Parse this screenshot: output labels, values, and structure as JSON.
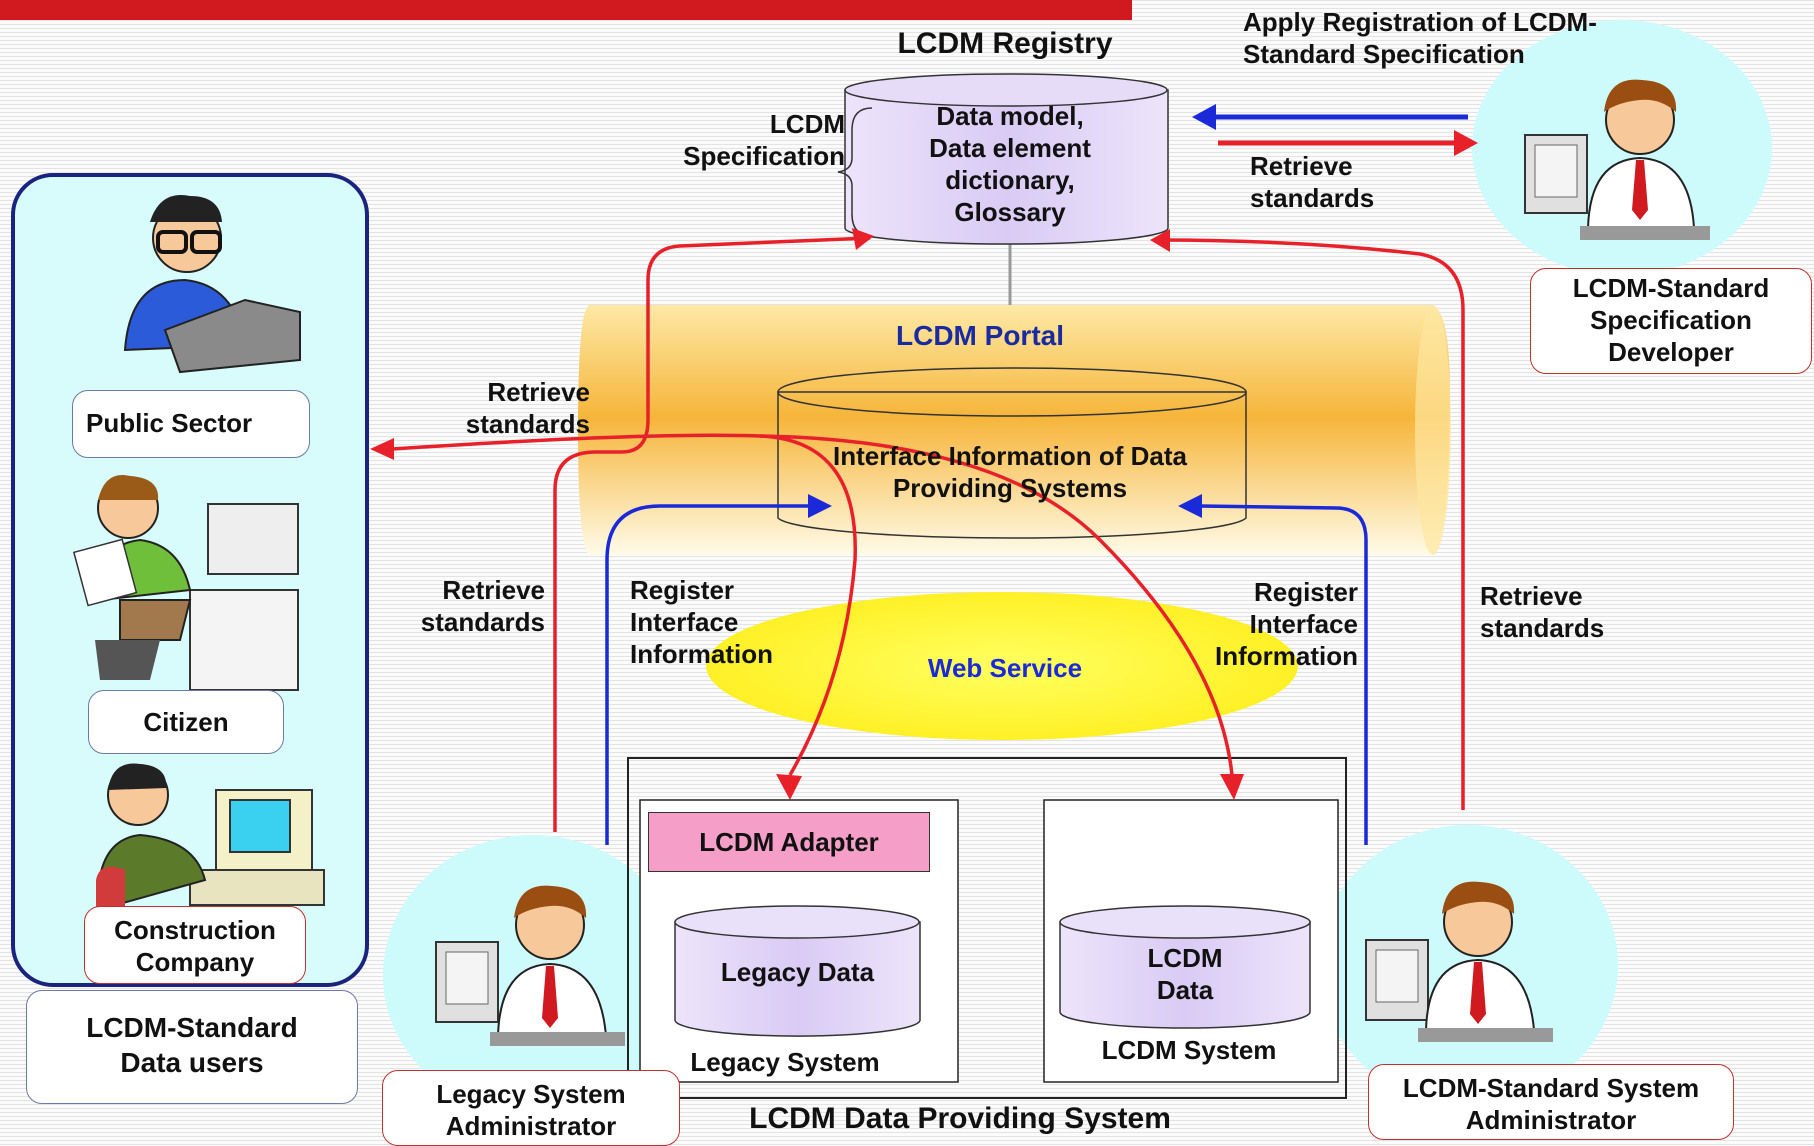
{
  "registry": {
    "title": "LCDM Registry",
    "spec_label": "LCDM\nSpecification",
    "contents": "Data model,\nData element\ndictionary,\nGlossary"
  },
  "developer": {
    "apply_label": "Apply Registration of LCDM-\nStandard Specification",
    "retrieve_label": "Retrieve\nstandards",
    "role": "LCDM-Standard\nSpecification\nDeveloper"
  },
  "portal": {
    "title": "LCDM Portal",
    "interface_info": "Interface Information of Data\nProviding Systems"
  },
  "web_service": "Web Service",
  "users": {
    "public_sector": "Public Sector",
    "citizen": "Citizen",
    "construction_company": "Construction\nCompany",
    "group_label": "LCDM-Standard\nData users"
  },
  "flows": {
    "retrieve_standards_users": "Retrieve\nstandards",
    "retrieve_standards_legacy": "Retrieve\nstandards",
    "retrieve_standards_lcdm": "Retrieve\nstandards",
    "register_left": "Register\nInterface\nInformation",
    "register_right": "Register\nInterface\nInformation"
  },
  "provider": {
    "title": "LCDM Data Providing System",
    "adapter": "LCDM Adapter",
    "legacy_data": "Legacy Data",
    "legacy_system": "Legacy System",
    "lcdm_data": "LCDM\nData",
    "lcdm_system": "LCDM System"
  },
  "admins": {
    "legacy": "Legacy System\nAdministrator",
    "lcdm": "LCDM-Standard System\nAdministrator"
  },
  "colors": {
    "red_arrow": "#e8202a",
    "blue_arrow": "#1a2ad8",
    "registry_fill": "#e0d4f6",
    "portal_fill": "#f5b334",
    "web_service_fill": "#fffa3a",
    "adapter_fill": "#f59ec8",
    "users_panel": "#d8fbfb",
    "person_circle": "#cdfbfb",
    "top_bar": "#d01a1f"
  }
}
